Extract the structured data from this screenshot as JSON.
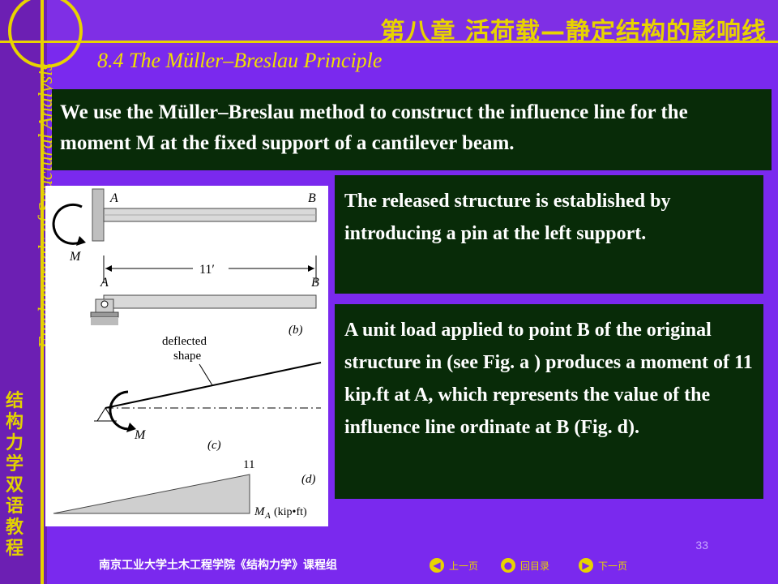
{
  "header": {
    "chapter_title": "第八章 活荷载—静定结构的影响线",
    "section_title": "8.4   The Müller–Breslau Principle"
  },
  "side": {
    "english_title": "Fundamentals of Structural Analysis",
    "chinese_title": [
      "结",
      "构",
      "力",
      "学",
      "双",
      "语",
      "教",
      "程"
    ]
  },
  "intro": {
    "text": "We use the Müller–Breslau method to construct the influence line for the moment M at the fixed support of a cantilever beam."
  },
  "box_released": {
    "text": "The released structure is established by introducing a pin at the left support."
  },
  "box_unitload": {
    "text": "A unit load applied to point B of the original structure in (see Fig. a ) produces a moment of 11 kip.ft at A, which represents the value of the influence line ordinate at B (Fig. d)."
  },
  "figure": {
    "label_A": "A",
    "label_B": "B",
    "label_M": "M",
    "length_label": "11′",
    "label_b": "(b)",
    "label_c": "(c)",
    "label_d": "(d)",
    "deflected_label_line1": "deflected",
    "deflected_label_line2": "shape",
    "ordinate_value": "11",
    "axis_label": "M",
    "axis_subscript": "A",
    "axis_unit": "(kip•ft)"
  },
  "footer": {
    "course": "南京工业大学土木工程学院《结构力学》课程组",
    "prev": "上一页",
    "toc": "回目录",
    "next": "下一页",
    "page_number": "33"
  },
  "colors": {
    "background": "#7a29ee",
    "title_yellow": "#e8d300",
    "box_green": "#082b08"
  }
}
